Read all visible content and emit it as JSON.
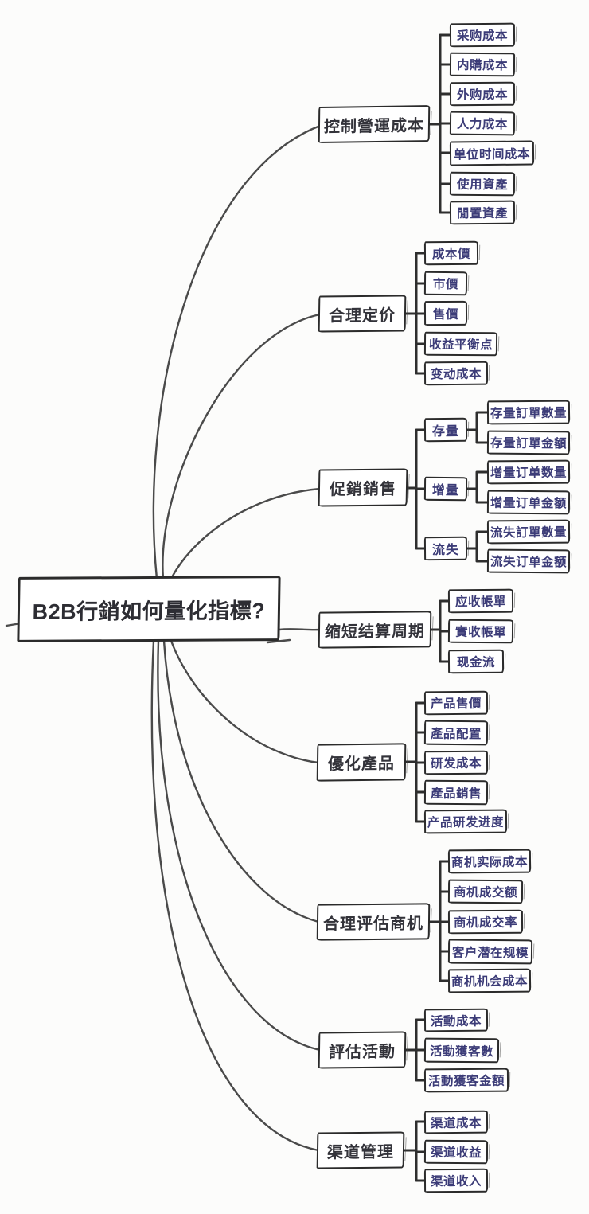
{
  "diagram": {
    "root": {
      "label": "B2B行銷如何量化指標?"
    },
    "branches": [
      {
        "label": "控制營運成本",
        "children": [
          {
            "label": "采购成本"
          },
          {
            "label": "内購成本"
          },
          {
            "label": "外购成本"
          },
          {
            "label": "人力成本"
          },
          {
            "label": "单位时间成本"
          },
          {
            "label": "使用資產"
          },
          {
            "label": "閒置資產"
          }
        ]
      },
      {
        "label": "合理定价",
        "children": [
          {
            "label": "成本價"
          },
          {
            "label": "市價"
          },
          {
            "label": "售價"
          },
          {
            "label": "收益平衡点"
          },
          {
            "label": "变动成本"
          }
        ]
      },
      {
        "label": "促銷銷售",
        "children": [
          {
            "label": "存量",
            "children": [
              {
                "label": "存量訂單數量"
              },
              {
                "label": "存量訂單金額"
              }
            ]
          },
          {
            "label": "增量",
            "children": [
              {
                "label": "增量订单数量"
              },
              {
                "label": "增量订单金额"
              }
            ]
          },
          {
            "label": "流失",
            "children": [
              {
                "label": "流失訂單數量"
              },
              {
                "label": "流失订单金额"
              }
            ]
          }
        ]
      },
      {
        "label": "缩短结算周期",
        "children": [
          {
            "label": "应收帳單"
          },
          {
            "label": "實收帳單"
          },
          {
            "label": "现金流"
          }
        ]
      },
      {
        "label": "優化產品",
        "children": [
          {
            "label": "产品售價"
          },
          {
            "label": "產品配置"
          },
          {
            "label": "研发成本"
          },
          {
            "label": "產品銷售"
          },
          {
            "label": "产品研发进度"
          }
        ]
      },
      {
        "label": "合理评估商机",
        "children": [
          {
            "label": "商机实际成本"
          },
          {
            "label": "商机成交额"
          },
          {
            "label": "商机成交率"
          },
          {
            "label": "客户潜在规模"
          },
          {
            "label": "商机机会成本"
          }
        ]
      },
      {
        "label": "評估活動",
        "children": [
          {
            "label": "活動成本"
          },
          {
            "label": "活動獲客數"
          },
          {
            "label": "活動獲客金額"
          }
        ]
      },
      {
        "label": "渠道管理",
        "children": [
          {
            "label": "渠道成本"
          },
          {
            "label": "渠道收益"
          },
          {
            "label": "渠道收入"
          }
        ]
      }
    ],
    "colors": {
      "background": "#fcfcfb",
      "node_fill": "#ffffff",
      "node_border": "#2b2b2b",
      "root_text": "#2d2d33",
      "branch_text": "#33333a",
      "leaf_text": "#3c3c78",
      "connector": "#2e2e2e",
      "curve": "#4a4a4a"
    }
  }
}
